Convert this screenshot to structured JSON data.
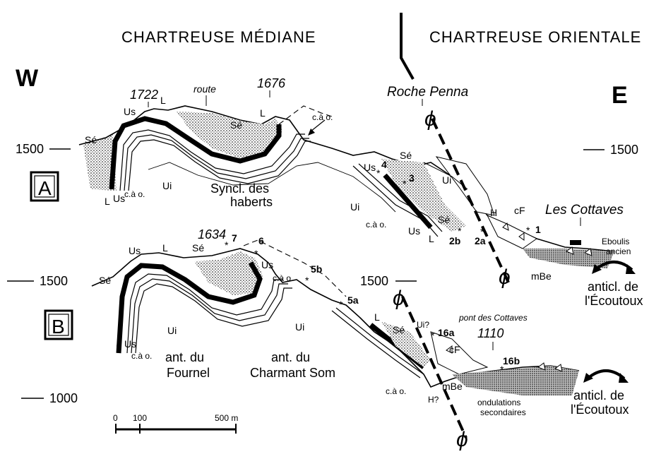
{
  "header": {
    "left_title": "CHARTREUSE  MÉDIANE",
    "right_title": "CHARTREUSE  ORIENTALE"
  },
  "orientation": {
    "west": "W",
    "east": "E"
  },
  "section_a": {
    "tag": "A",
    "elevation_left": "1500",
    "elevation_right": "1500",
    "peaks": {
      "p1": "1722",
      "p2": "1676"
    },
    "route_label": "route",
    "roche_penna": "Roche Penna",
    "les_cottaves": "Les Cottaves",
    "syncline": [
      "Syncl. des",
      "haberts"
    ],
    "eboulis": [
      "Eboulis",
      "ancien"
    ],
    "anticline": [
      "anticl. de",
      "l'Écoutoux"
    ],
    "units": {
      "se": "Sé",
      "us": "Us",
      "l": "L",
      "ui": "Ui",
      "cao": "c.à o.",
      "h": "H",
      "cf": "cF",
      "mbe": "mBe"
    },
    "stations": {
      "s1": "1",
      "s2a": "2a",
      "s2b": "2b",
      "s3": "3",
      "s4": "4"
    }
  },
  "section_b": {
    "tag": "B",
    "elevation_1500_left": "1500",
    "elevation_1500_mid": "1500",
    "elevation_1000": "1000",
    "peaks": {
      "p1": "1634",
      "p2": "1110"
    },
    "pont": "pont des Cottaves",
    "ant_fournel": [
      "ant. du",
      "Fournel"
    ],
    "ant_charmant": [
      "ant. du",
      "Charmant Som"
    ],
    "ondulations": [
      "ondulations",
      "secondaires"
    ],
    "anticline": [
      "anticl. de",
      "l'Écoutoux"
    ],
    "units": {
      "se": "Sé",
      "us": "Us",
      "l": "L",
      "ui": "Ui",
      "cao": "c.à o.",
      "uiq": "Ui?",
      "hq": "H?",
      "cf": "cF",
      "mbe": "mBe"
    },
    "stations": {
      "s5a": "5a",
      "s5b": "5b",
      "s6": "6",
      "s7": "7",
      "s16a": "16a",
      "s16b": "16b"
    }
  },
  "fault_symbol": "ϕ",
  "scale_bar": {
    "zero": "0",
    "hundred": "100",
    "five_hundred": "500 m"
  },
  "colors": {
    "ink": "#000000",
    "paper": "#ffffff",
    "stipple": "#8a8a8a"
  }
}
